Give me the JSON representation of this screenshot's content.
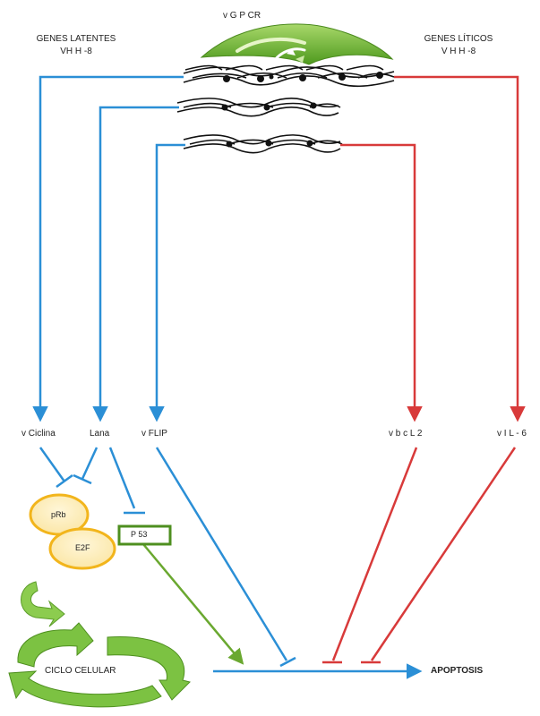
{
  "header": {
    "receptor": "v G P CR",
    "latent_line1": "GENES LATENTES",
    "latent_line2": "VH H -8",
    "lytic_line1": "GENES  LÍTICOS",
    "lytic_line2": "V H H -8"
  },
  "genes": {
    "v_ciclina": "v Ciclina",
    "lana": "Lana",
    "v_flip": "v FLIP",
    "v_bcl2": "v b c L 2",
    "v_il6": "v I L - 6"
  },
  "cell_cycle": {
    "prb": "pRb",
    "e2f": "E2F",
    "p53": "P 53",
    "ciclo": "CICLO CELULAR"
  },
  "outcome": {
    "apoptosis": "APOPTOSIS"
  },
  "colors": {
    "latent_blue": "#2b8fd6",
    "lytic_red": "#d83a3a",
    "p53_green": "#6aa830",
    "cycle_green": "#7cc242",
    "pill_yellow": "#f2b51c"
  }
}
